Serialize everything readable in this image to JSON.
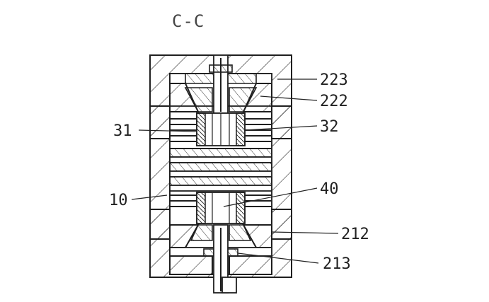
{
  "title": "C-C",
  "labels": {
    "l223": "223",
    "l222": "222",
    "l31": "31",
    "l32": "32",
    "l10": "10",
    "l40": "40",
    "l212": "212",
    "l213": "213"
  },
  "colors": {
    "line": "#1f1f1f",
    "background": "#ffffff"
  }
}
